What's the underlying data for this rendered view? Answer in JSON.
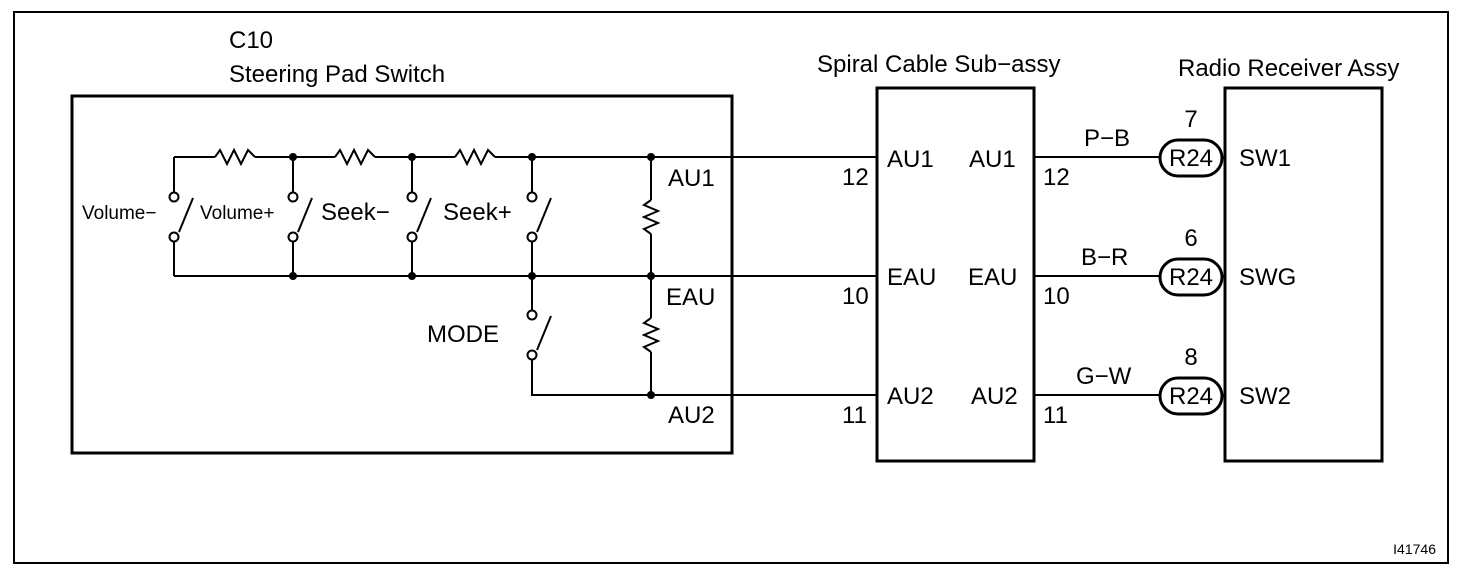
{
  "switch_block": {
    "code": "C10",
    "name": "Steering Pad Switch",
    "switches": [
      "Volume−",
      "Volume+",
      "Seek−",
      "Seek+",
      "MODE"
    ],
    "terminals": [
      "AU1",
      "EAU",
      "AU2"
    ]
  },
  "spiral_cable": {
    "name": "Spiral Cable Sub−assy",
    "left_terminals": [
      "AU1",
      "EAU",
      "AU2"
    ],
    "right_terminals": [
      "AU1",
      "EAU",
      "AU2"
    ],
    "left_pins": [
      "12",
      "10",
      "11"
    ],
    "right_pins": [
      "12",
      "10",
      "11"
    ]
  },
  "wires": [
    {
      "color": "P−B",
      "connector": "R24",
      "pin": "7",
      "terminal": "SW1"
    },
    {
      "color": "B−R",
      "connector": "R24",
      "pin": "6",
      "terminal": "SWG"
    },
    {
      "color": "G−W",
      "connector": "R24",
      "pin": "8",
      "terminal": "SW2"
    }
  ],
  "radio": {
    "name": "Radio Receiver Assy"
  },
  "figure_id": "I41746"
}
